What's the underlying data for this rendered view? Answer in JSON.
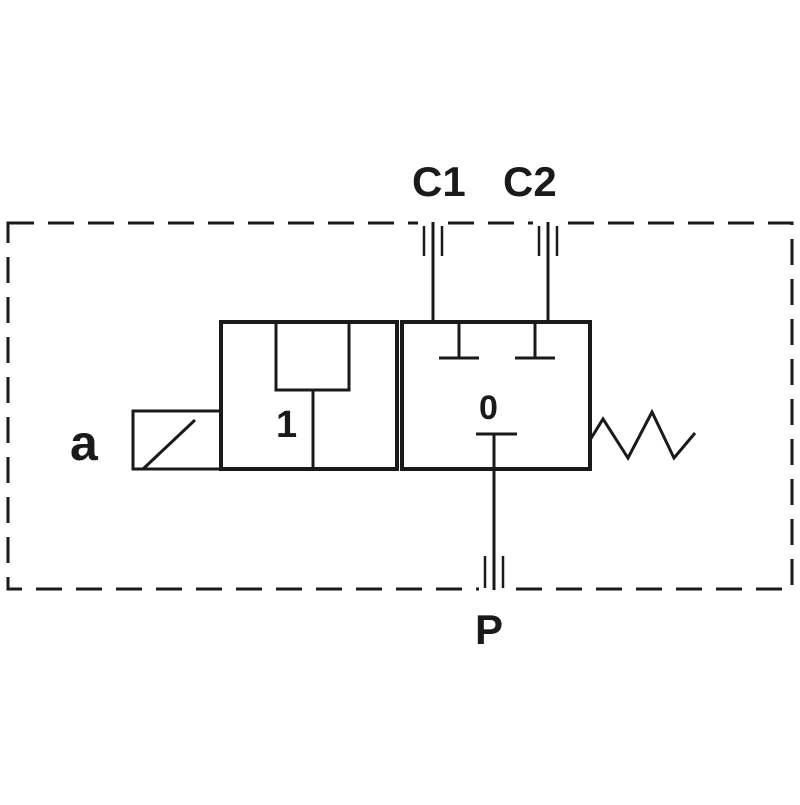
{
  "diagram": {
    "type": "hydraulic-valve-symbol",
    "labels": {
      "port_c1": "C1",
      "port_c2": "C2",
      "port_p": "P",
      "actuator": "a",
      "position_1": "1",
      "position_0": "0"
    },
    "colors": {
      "line": "#1a1a1a",
      "background": "#ffffff"
    }
  }
}
